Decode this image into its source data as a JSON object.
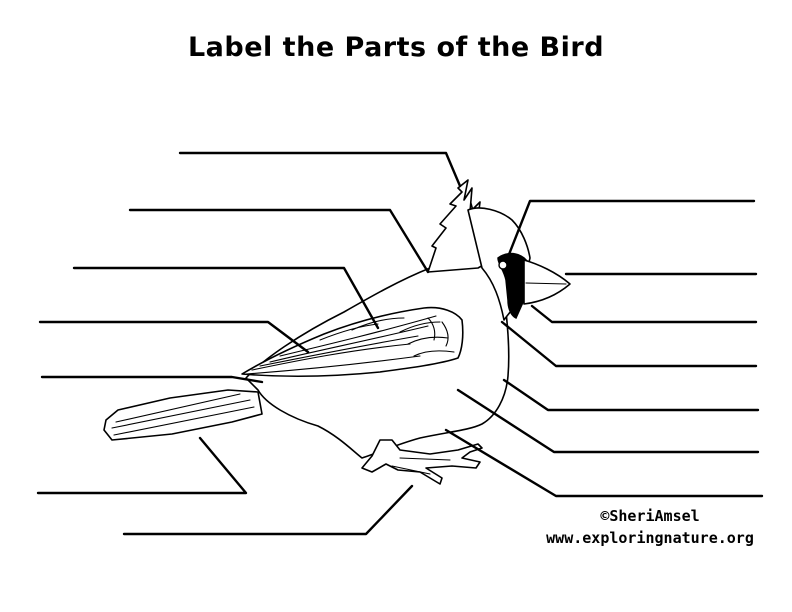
{
  "worksheet": {
    "title": "Label the Parts of the Bird",
    "copyright": "©SheriAmsel",
    "website": "www.exploringnature.org"
  }
}
